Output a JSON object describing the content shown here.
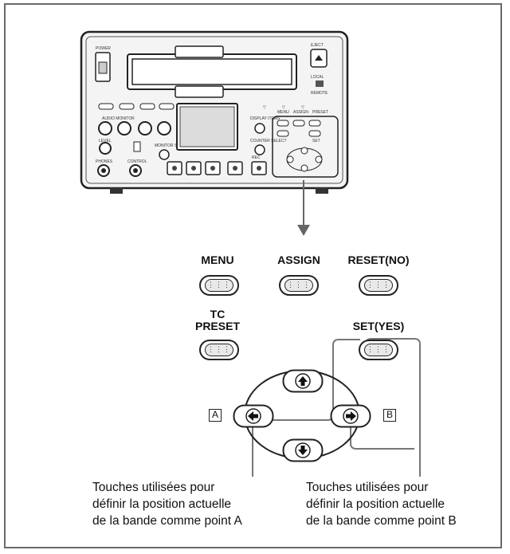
{
  "device": {
    "labels": {
      "power": "POWER",
      "eject": "EJECT",
      "local": "LOCAL",
      "remote": "REMOTE",
      "display_items": "DISPLAY ITEMS",
      "counter_select": "COUNTER SELECT",
      "assign": "ASSIGN",
      "preset": "PRESET",
      "audio_monitor": "AUDIO MONITOR",
      "phones": "PHONES",
      "level": "LEVEL",
      "monitor_select": "MONITOR SELECT",
      "control": "CONTROL",
      "menu": "MENU",
      "set": "SET",
      "rec": "REC"
    }
  },
  "buttons": {
    "menu": "MENU",
    "assign": "ASSIGN",
    "reset_no": "RESET(NO)",
    "tc_preset_line1": "TC",
    "tc_preset_line2": "PRESET",
    "set_yes": "SET(YES)"
  },
  "markers": {
    "a": "A",
    "b": "B"
  },
  "captions": {
    "left": [
      "Touches utilisées pour",
      "définir la position actuelle",
      "de la bande comme point A"
    ],
    "right": [
      "Touches utilisées pour",
      "définir la position actuelle",
      "de la bande comme point B"
    ]
  }
}
